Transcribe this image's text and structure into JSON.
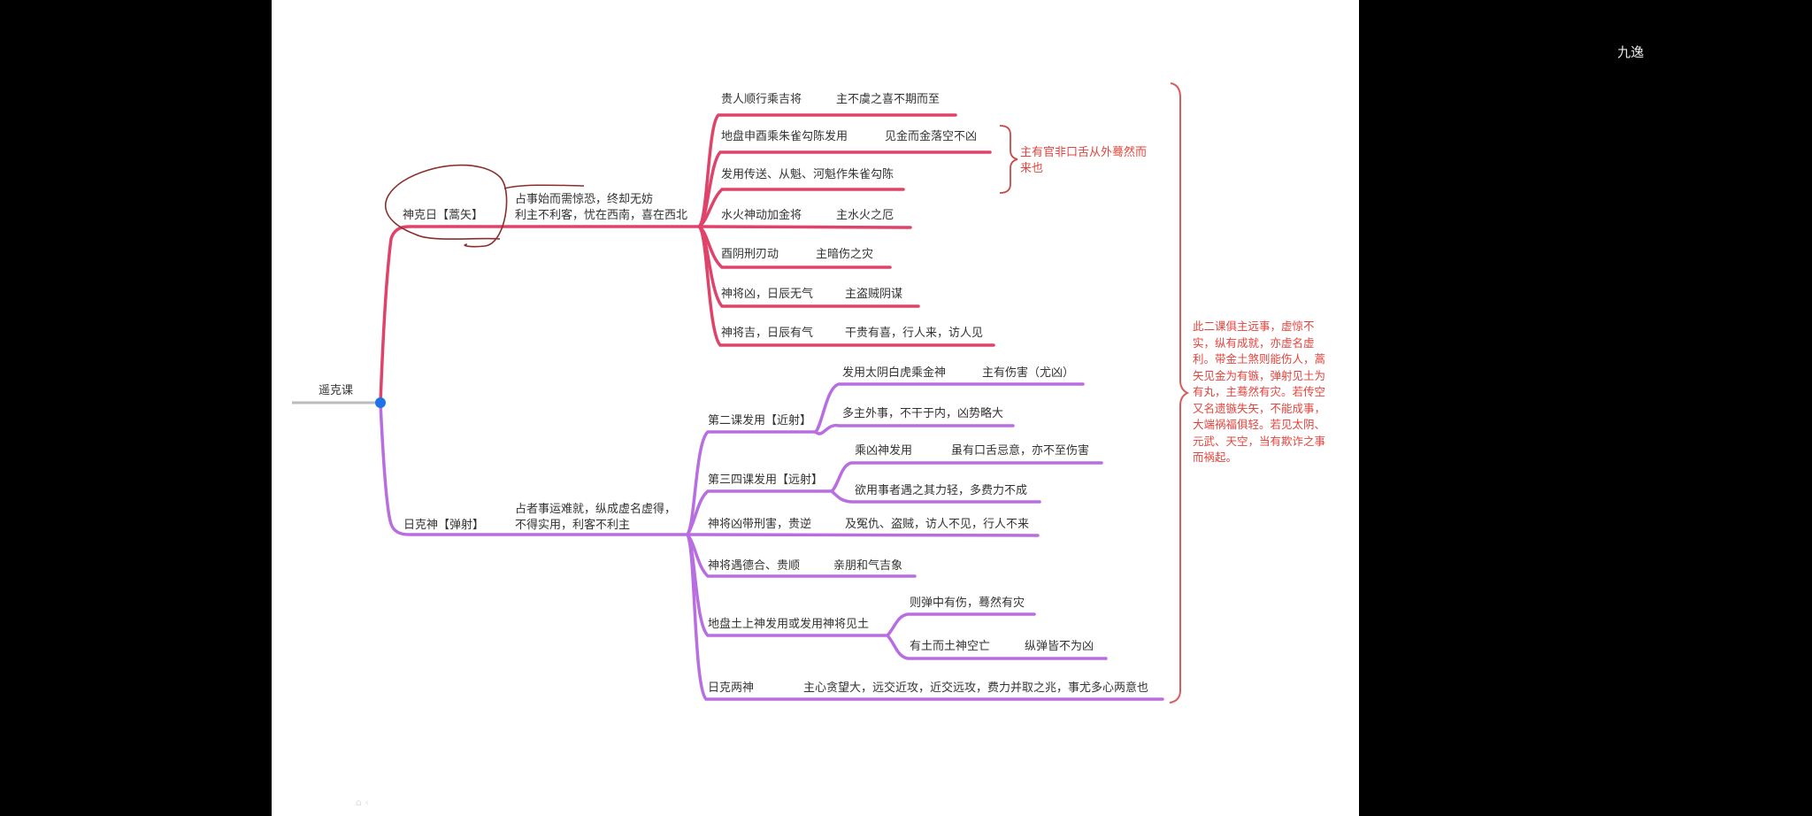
{
  "watermark": "九逸",
  "root": {
    "label": "遥克课"
  },
  "colors": {
    "red_branch": "#e0436a",
    "purple_branch": "#b86ee0",
    "root_dot": "#1e73e8",
    "annotation": "#e0443e",
    "circle_mark": "#8b2d2d",
    "root_line": "#bbbbbb"
  },
  "branch_shen_ke_ri": {
    "label": "神克日【蒿矢】",
    "desc_line1": "占事始而需惊恐，终却无妨",
    "desc_line2": "利主不利客，忧在西南，喜在西北",
    "items": [
      {
        "cond": "贵人顺行乘吉将",
        "result": "主不虞之喜不期而至"
      },
      {
        "cond": "地盘申酉乘朱雀勾陈发用",
        "result": "见金而金落空不凶"
      },
      {
        "cond": "发用传送、从魁、河魁作朱雀勾陈",
        "result": ""
      },
      {
        "cond": "水火神动加金将",
        "result": "主水火之厄"
      },
      {
        "cond": "酉阴刑刃动",
        "result": "主暗伤之灾"
      },
      {
        "cond": "神将凶，日辰无气",
        "result": "主盗贼阴谋"
      },
      {
        "cond": "神将吉，日辰有气",
        "result": "干贵有喜，行人来，访人见"
      }
    ],
    "brace_note": "主有官非口舌从外蓦然而来也"
  },
  "branch_ri_ke_shen": {
    "label": "日克神【弹射】",
    "desc_line1": "占者事运难就，纵成虚名虚得，",
    "desc_line2": "不得实用，利客不利主",
    "items": [
      {
        "label": "第二课发用【近射】",
        "subs": [
          {
            "cond": "发用太阴白虎乘金神",
            "result": "主有伤害（尤凶）"
          },
          {
            "cond": "多主外事，不干于内，凶势略大",
            "result": ""
          }
        ]
      },
      {
        "label": "第三四课发用【远射】",
        "subs": [
          {
            "cond": "乘凶神发用",
            "result": "虽有口舌忌意，亦不至伤害"
          },
          {
            "cond": "欲用事者遇之其力轻，多费力不成",
            "result": ""
          }
        ]
      },
      {
        "label": "神将凶带刑害，贵逆",
        "result": "及冤仇、盗贼，访人不见，行人不来"
      },
      {
        "label": "神将遇德合、贵顺",
        "result": "亲朋和气吉象"
      },
      {
        "label": "地盘土上神发用或发用神将见土",
        "subs": [
          {
            "cond": "则弹中有伤，蓦然有灾",
            "result": ""
          },
          {
            "cond": "有土而土神空亡",
            "result": "纵弹皆不为凶"
          }
        ]
      },
      {
        "label": "日克两神",
        "result": "主心贪望大，远交近攻，近交远攻，费力并取之兆，事尤多心两意也"
      }
    ]
  },
  "summary_note": "此二课俱主远事，虚惊不实，纵有成就，亦虚名虚利。带金土煞则能伤人，蒿矢见金为有镞，弹射见土为有丸，主蓦然有灾。若传空又名遗镞失矢，不能成事，大端祸福俱轻。若见太阴、元武、天空，当有欺诈之事而祸起。"
}
